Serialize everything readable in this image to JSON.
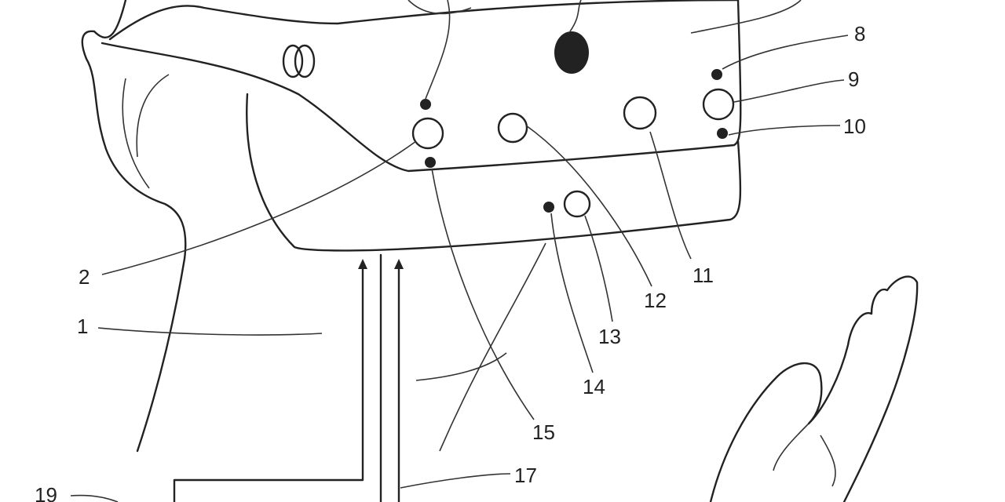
{
  "figure": {
    "labels": {
      "l1": "1",
      "l2": "2",
      "l8": "8",
      "l9": "9",
      "l10": "10",
      "l11": "11",
      "l12": "12",
      "l13": "13",
      "l14": "14",
      "l15": "15",
      "l17": "17",
      "l19": "19"
    }
  }
}
